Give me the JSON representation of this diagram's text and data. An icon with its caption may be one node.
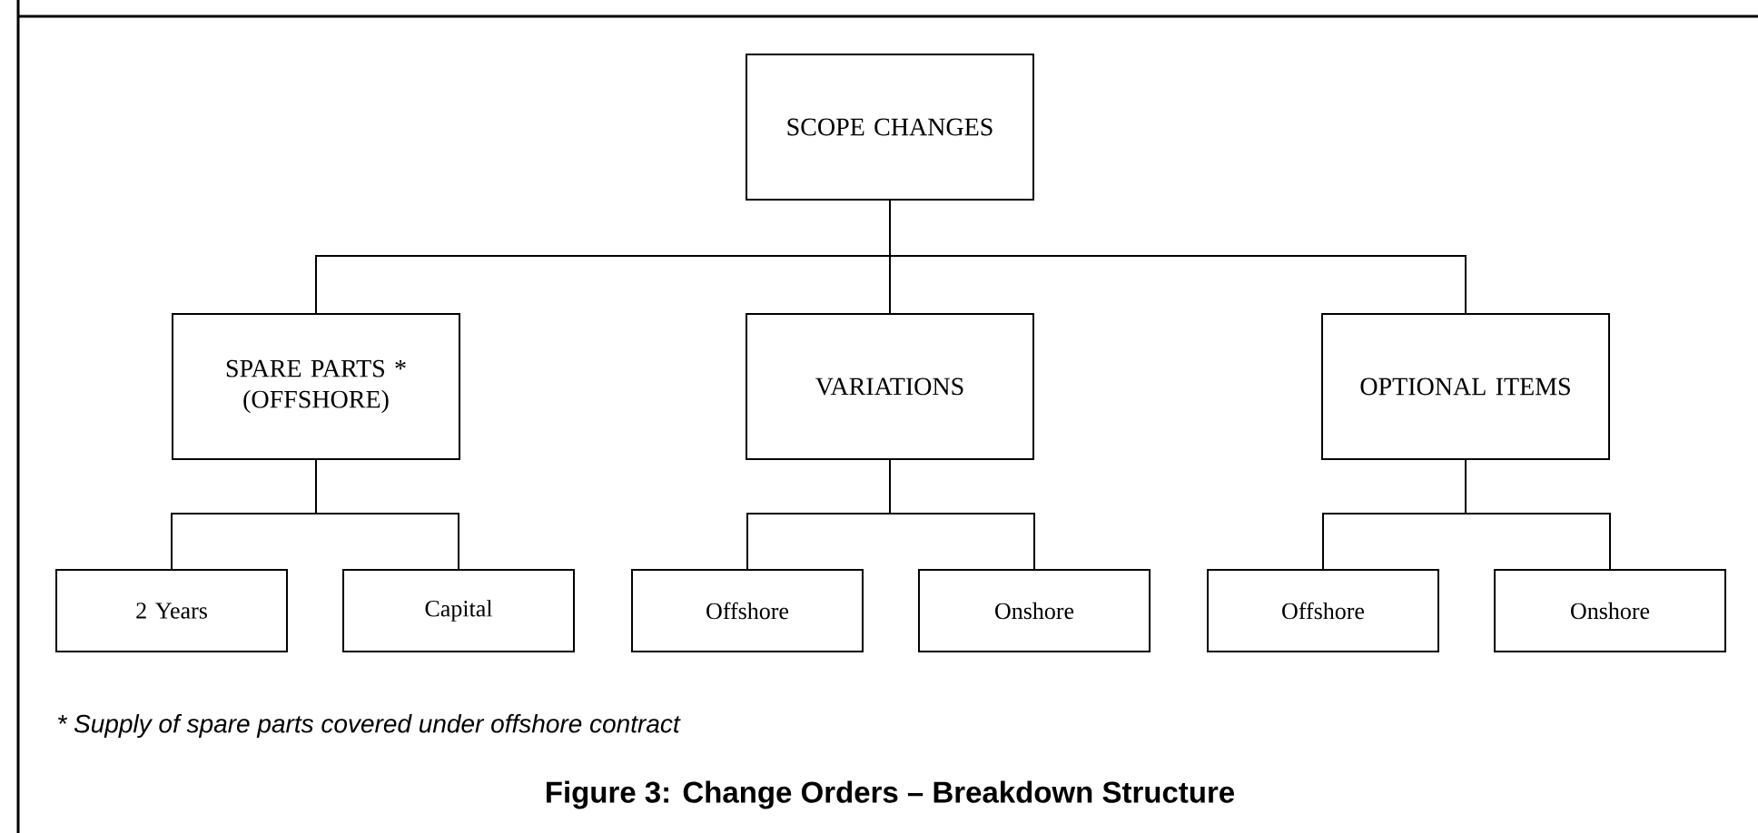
{
  "diagram": {
    "caption": "Figure 3: Change Orders – Breakdown Structure",
    "nodes": [
      {
        "text": [
          "SCOPE CHANGES"
        ]
      },
      {
        "text": [
          "SPARE PARTS * (OFFSHORE)"
        ]
      },
      {
        "text": [
          "VARIATIONS"
        ]
      },
      {
        "text": [
          "OPTIONAL ITEMS"
        ]
      },
      {
        "text": [
          "2 Years"
        ]
      },
      {
        "text": [
          "Capital"
        ]
      },
      {
        "text": [
          "Offshore"
        ]
      },
      {
        "text": [
          "Onshore"
        ]
      },
      {
        "text": [
          "Offshore"
        ]
      },
      {
        "text": [
          "Onshore"
        ]
      }
    ],
    "edges": [
      {
        "from": 0,
        "to": 1,
        "arrow": "none"
      },
      {
        "from": 0,
        "to": 2,
        "arrow": "none"
      },
      {
        "from": 0,
        "to": 3,
        "arrow": "none"
      },
      {
        "from": 1,
        "to": 4,
        "arrow": "none"
      },
      {
        "from": 1,
        "to": 5,
        "arrow": "none"
      },
      {
        "from": 2,
        "to": 6,
        "arrow": "none"
      },
      {
        "from": 2,
        "to": 7,
        "arrow": "none"
      },
      {
        "from": 3,
        "to": 8,
        "arrow": "none"
      },
      {
        "from": 3,
        "to": 9,
        "arrow": "none"
      }
    ],
    "labels": [
      "* Supply of spare parts covered under offshore contract"
    ]
  }
}
